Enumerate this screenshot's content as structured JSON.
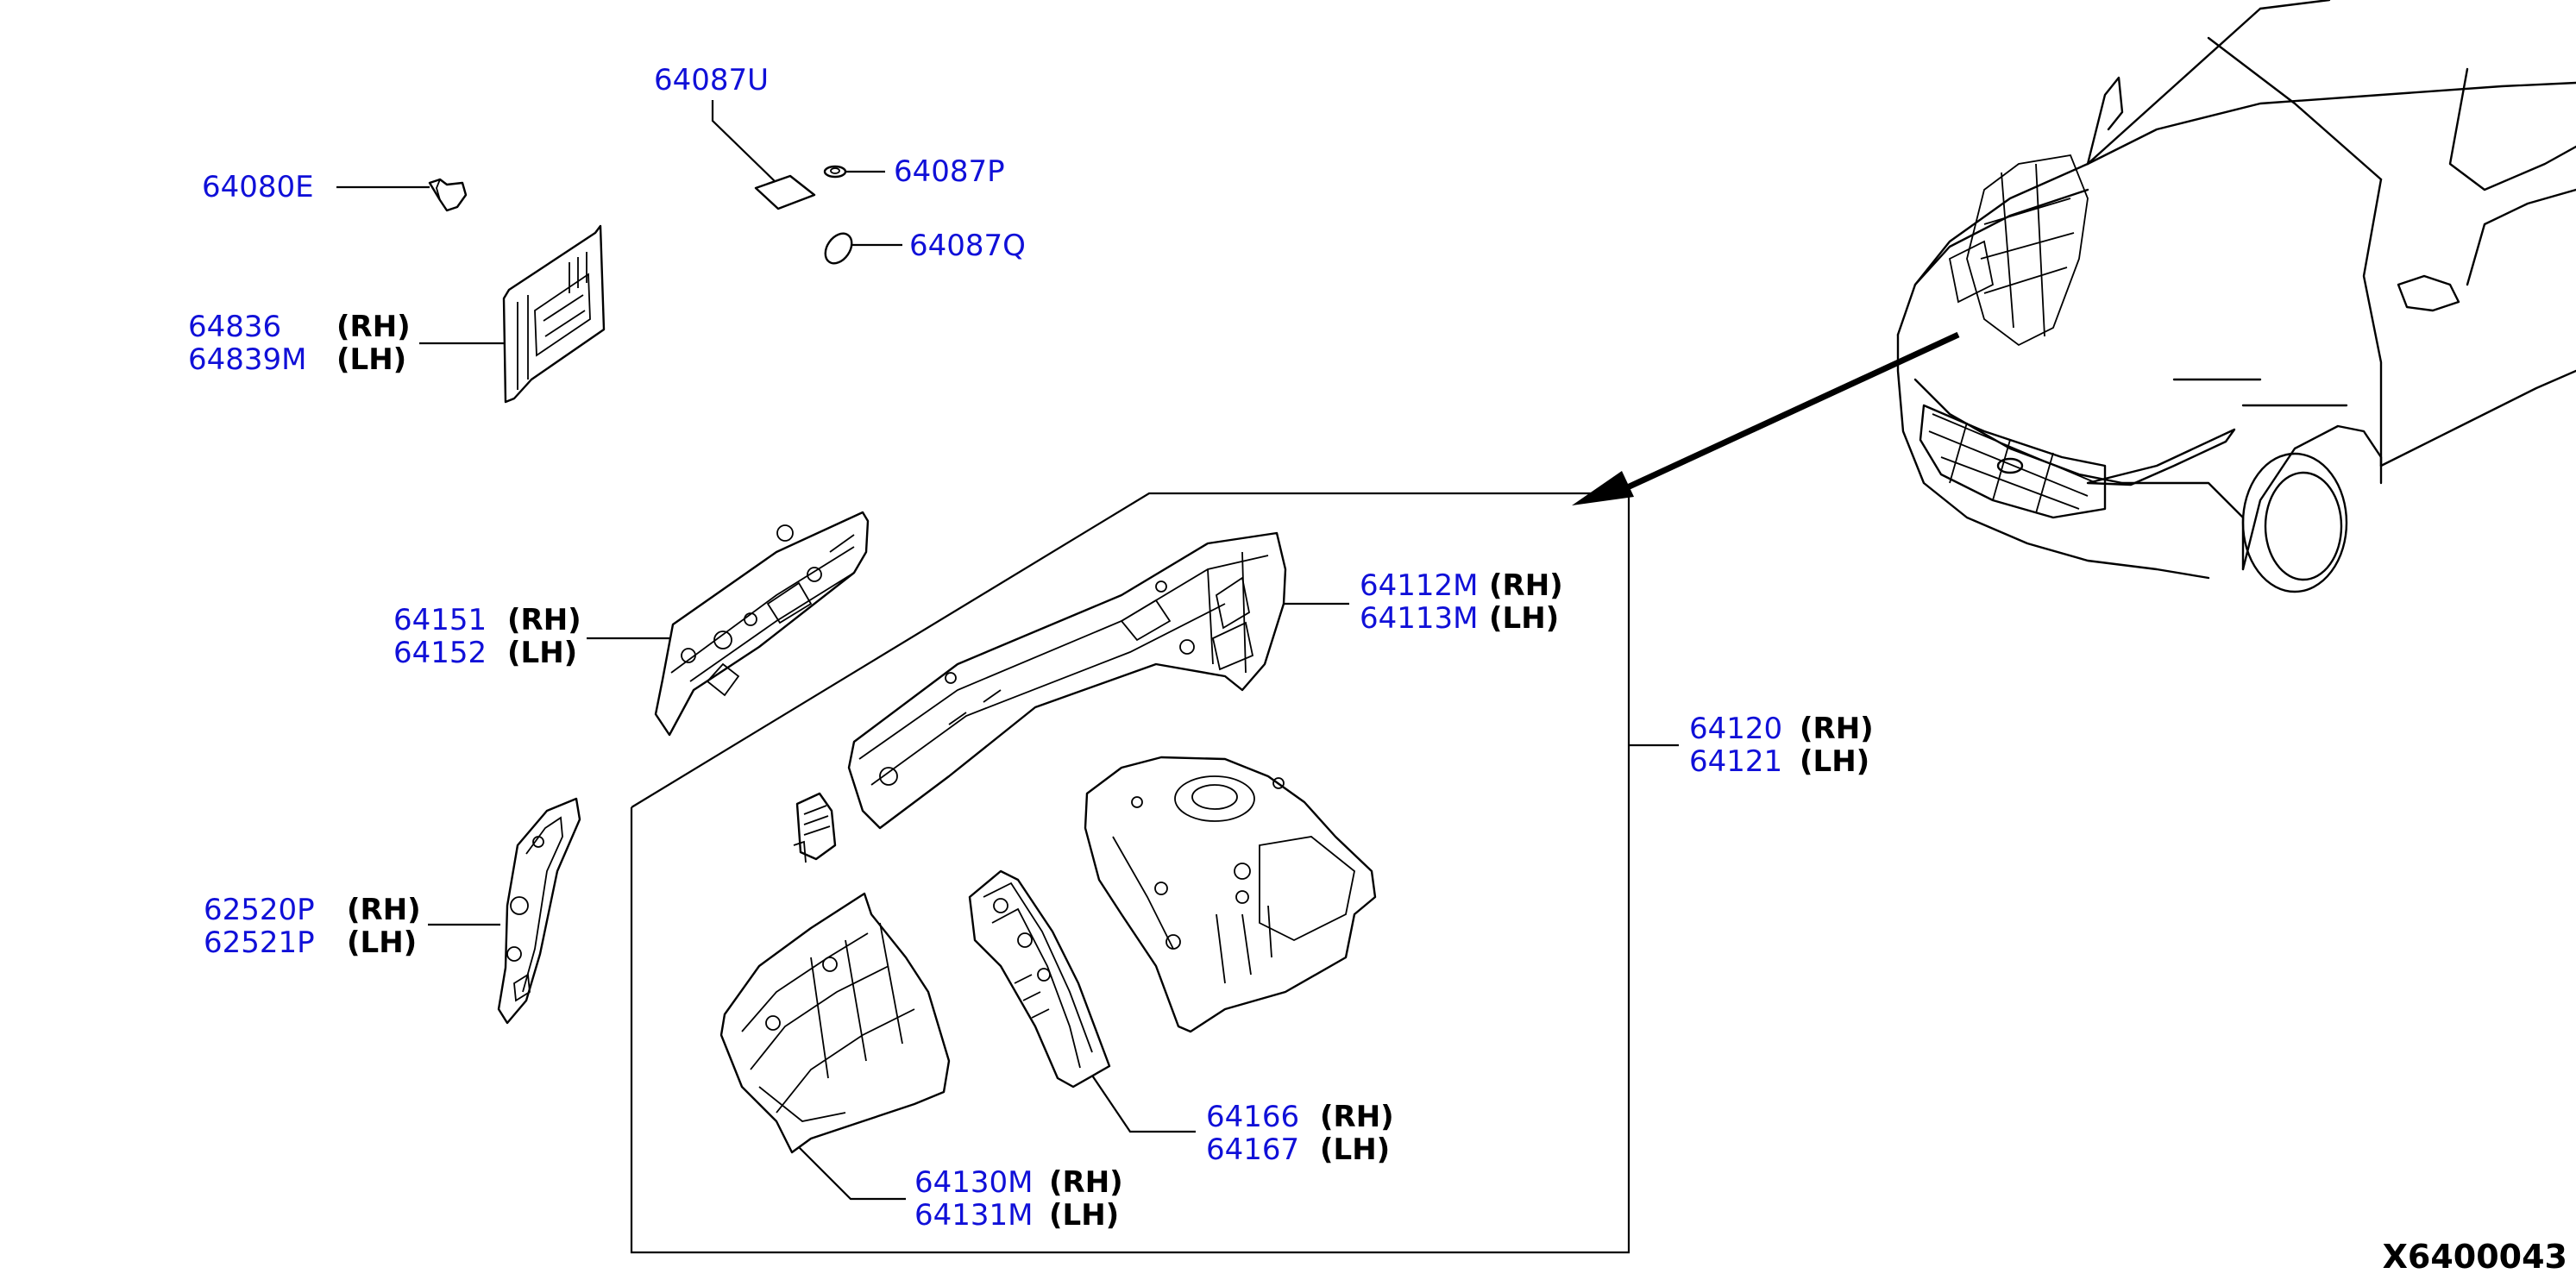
{
  "diagram_code": "X6400043",
  "callouts": [
    {
      "id": "64087U",
      "part": "64087U"
    },
    {
      "id": "64087P",
      "part": "64087P"
    },
    {
      "id": "64087Q",
      "part": "64087Q"
    },
    {
      "id": "64080E",
      "part": "64080E"
    },
    {
      "id": "64836",
      "part": "64836",
      "side": "(RH)"
    },
    {
      "id": "64839M",
      "part": "64839M",
      "side": "(LH)"
    },
    {
      "id": "64151",
      "part": "64151",
      "side": "(RH)"
    },
    {
      "id": "64152",
      "part": "64152",
      "side": "(LH)"
    },
    {
      "id": "62520P",
      "part": "62520P",
      "side": "(RH)"
    },
    {
      "id": "62521P",
      "part": "62521P",
      "side": "(LH)"
    },
    {
      "id": "64112M",
      "part": "64112M",
      "side": "(RH)"
    },
    {
      "id": "64113M",
      "part": "64113M",
      "side": "(LH)"
    },
    {
      "id": "64120",
      "part": "64120",
      "side": "(RH)"
    },
    {
      "id": "64121",
      "part": "64121",
      "side": "(LH)"
    },
    {
      "id": "64166",
      "part": "64166",
      "side": "(RH)"
    },
    {
      "id": "64167",
      "part": "64167",
      "side": "(LH)"
    },
    {
      "id": "64130M",
      "part": "64130M",
      "side": "(RH)"
    },
    {
      "id": "64131M",
      "part": "64131M",
      "side": "(LH)"
    }
  ]
}
